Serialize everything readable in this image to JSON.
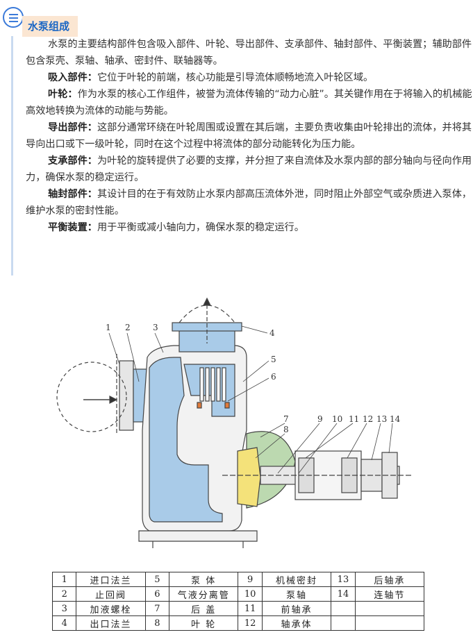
{
  "header": {
    "title": "水泵组成"
  },
  "paragraphs": [
    {
      "bold": "",
      "text": "水泵的主要结构部件包含吸入部件、叶轮、导出部件、支承部件、轴封部件、平衡装置；辅助部件包含泵壳、泵轴、轴承、密封件、联轴器等。"
    },
    {
      "bold": "吸入部件：",
      "text": "它位于叶轮的前端，核心功能是引导流体顺畅地流入叶轮区域。"
    },
    {
      "bold": "叶轮：",
      "text": "作为水泵的核心工作组件，被誉为流体传输的“动力心脏”。其关键作用在于将输入的机械能高效地转换为流体的动能与势能。"
    },
    {
      "bold": "导出部件：",
      "text": "这部分通常环绕在叶轮周围或设置在其后端，主要负责收集由叶轮排出的流体，并将其导向出口或下一级叶轮，同时在这个过程中将流体的部分动能转化为压力能。"
    },
    {
      "bold": "支承部件：",
      "text": "为叶轮的旋转提供了必要的支撑，并分担了来自流体及水泵内部的部分轴向与径向作用力，确保水泵的稳定运行。"
    },
    {
      "bold": "轴封部件：",
      "text": "其设计目的在于有效防止水泵内部高压流体外泄，同时阻止外部空气或杂质进入泵体，维护水泵的密封性能。"
    },
    {
      "bold": "平衡装置：",
      "text": "用于平衡或减小轴向力，确保水泵的稳定运行。"
    }
  ],
  "diagram": {
    "labels": [
      "1",
      "2",
      "3",
      "4",
      "5",
      "6",
      "7",
      "8",
      "9",
      "10",
      "11",
      "12",
      "13",
      "14"
    ]
  },
  "parts_table": [
    [
      "1",
      "进口法兰",
      "5",
      "泵  体",
      "9",
      "机械密封",
      "13",
      "后轴承"
    ],
    [
      "2",
      "止回阀",
      "6",
      "气液分离管",
      "10",
      "泵轴",
      "14",
      "连轴节"
    ],
    [
      "3",
      "加液螺栓",
      "7",
      "后  盖",
      "11",
      "前轴承",
      "",
      ""
    ],
    [
      "4",
      "出口法兰",
      "8",
      "叶  轮",
      "12",
      "轴承体",
      "",
      ""
    ]
  ],
  "colors": {
    "accent": "#1a66c4",
    "tag_bg": "#fbe6d2",
    "water": "#a9cbe8",
    "impeller": "#f4e27a",
    "cover": "#bcd9b0",
    "border": "#c9daf0"
  }
}
